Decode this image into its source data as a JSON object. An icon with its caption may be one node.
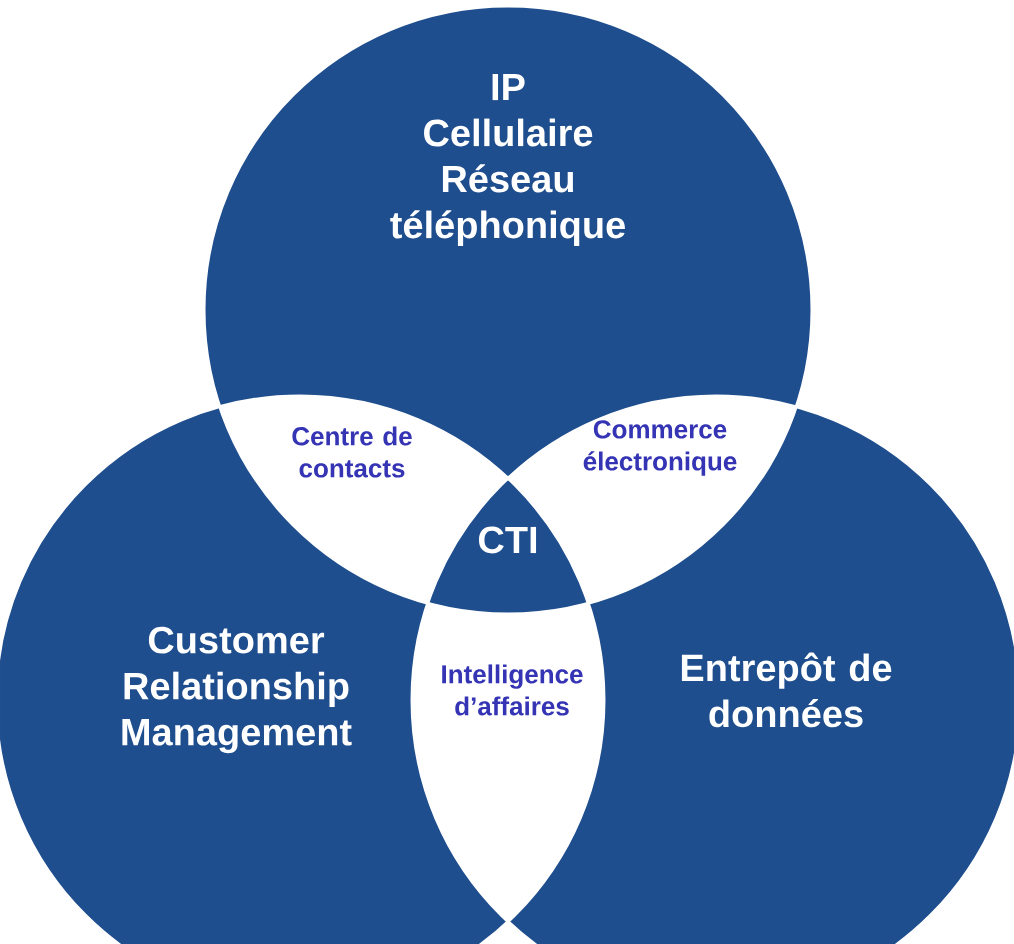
{
  "diagram": {
    "nodes": [
      {
        "text": [
          "IP",
          "Cellulaire",
          "Réseau téléphonique"
        ]
      },
      {
        "text": [
          "Customer Relationship Management"
        ]
      },
      {
        "text": [
          "Entrepôt de données"
        ]
      }
    ],
    "labels": [
      "Centre de contacts",
      "Commerce électronique",
      "CTI",
      "Intelligence d’affaires"
    ]
  }
}
